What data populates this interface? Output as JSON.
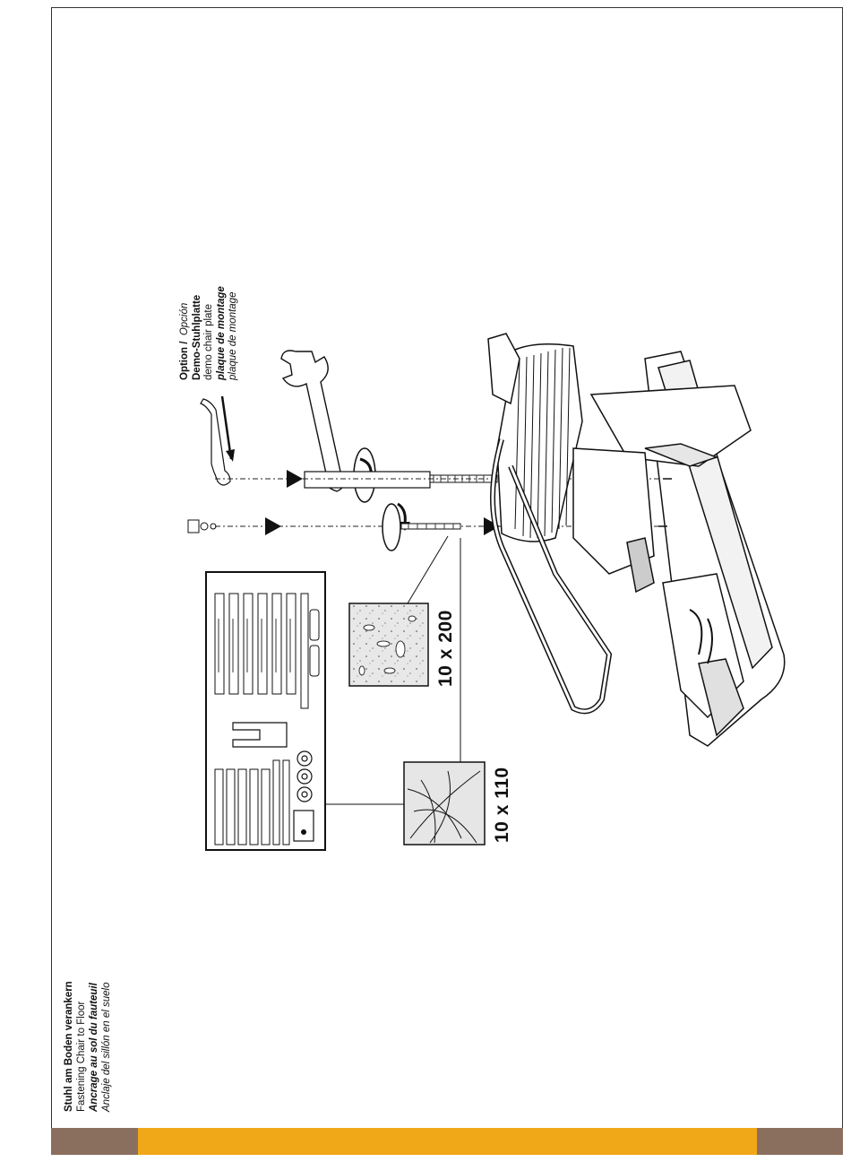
{
  "colors": {
    "footer_brown": "#8b6f5e",
    "footer_orange": "#f0a818",
    "line": "#222222"
  },
  "title": {
    "de": "Stuhl am Boden verankern",
    "en": "Fastening Chair to Floor",
    "fr": "Ancrage au sol du fauteuil",
    "es": "Anclaje del sillón en el suelo"
  },
  "option": {
    "label": "Option /",
    "label_es": "Opción",
    "de": "Demo-Stuhlplatte",
    "en": "demo chair plate",
    "fr": "plaque de montage",
    "es": "plaque de montage"
  },
  "dimensions": {
    "concrete": "10 x 200",
    "wood": "10 x 110"
  },
  "icons": [
    "wrench-icon",
    "arrow-icon",
    "rotation-arrow-icon",
    "screw-icon",
    "dowel-icon",
    "washer-icon",
    "concrete-texture-icon",
    "wood-grain-icon"
  ]
}
